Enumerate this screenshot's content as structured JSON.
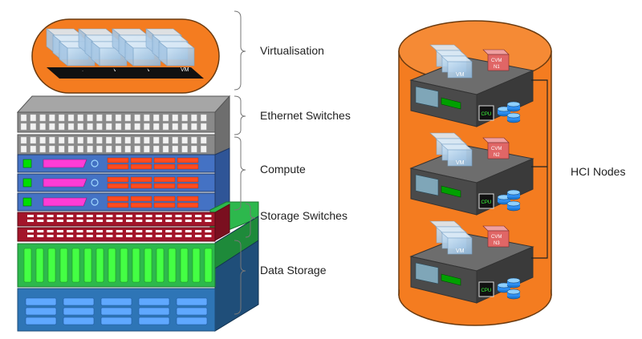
{
  "layers": {
    "virtualisation": "Virtualisation",
    "ethernet_switches": "Ethernet Switches",
    "compute": "Compute",
    "storage_switches": "Storage Switches",
    "data_storage": "Data Storage"
  },
  "hci": {
    "label": "HCI Nodes",
    "vm_label": "VM",
    "cvm_label": "CVM",
    "cpu_label": "CPU",
    "nodes": [
      {
        "cvm": "CVM",
        "node": "N1"
      },
      {
        "cvm": "CVM",
        "node": "N2"
      },
      {
        "cvm": "CVM",
        "node": "N3"
      }
    ]
  },
  "left_vms": [
    "VM",
    "VM",
    "VM",
    "VM"
  ],
  "colors": {
    "orange": "#f47c20",
    "gray_switch": "#8a8a8a",
    "compute_blue": "#4472c4",
    "storage_red": "#a3152a",
    "storage_green": "#2db84d",
    "data_blue": "#2e75b6",
    "dark_server": "#4a4a4a",
    "vm_blue": "#9dc3e6",
    "cvm_red": "#e06666"
  }
}
